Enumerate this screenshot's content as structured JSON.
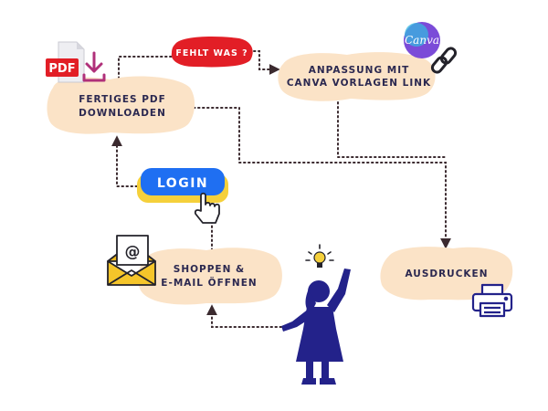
{
  "nodes": {
    "download": {
      "line1": "FERTIGES PDF",
      "line2": "DOWNLOADEN"
    },
    "canva": {
      "line1": "ANPASSUNG MIT",
      "line2": "CANVA VORLAGEN LINK"
    },
    "print": {
      "label": "AUSDRUCKEN"
    },
    "shop": {
      "line1": "SHOPPEN &",
      "line2": "E-MAIL ÖFFNEN"
    }
  },
  "bubble": {
    "label": "FEHLT WAS ?"
  },
  "login_button": {
    "label": "LOGIN"
  },
  "icons": {
    "pdf_badge": "PDF",
    "canva_logo": "Canva",
    "email_at": "@"
  },
  "colors": {
    "cloud": "#fbe3c7",
    "text": "#2b2850",
    "red": "#e21e26",
    "blue": "#1f6ff2",
    "yellow": "#f5d03b",
    "figure": "#23228a",
    "arrow": "#3b2a2f"
  }
}
